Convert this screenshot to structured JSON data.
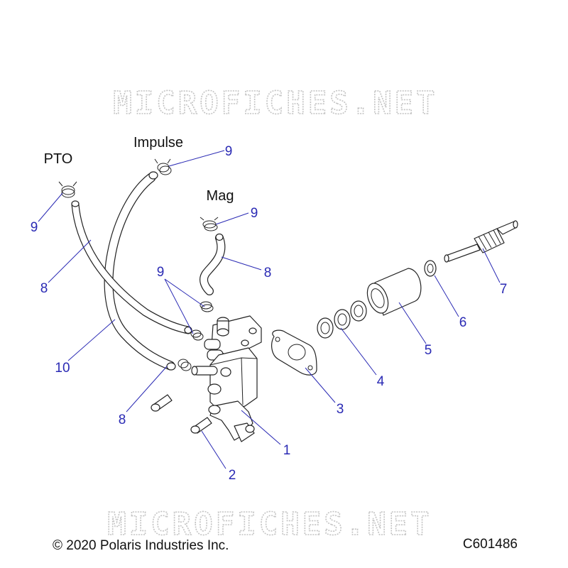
{
  "watermark": "MICROFICHES.NET",
  "labels": {
    "pto": "PTO",
    "impulse": "Impulse",
    "mag": "Mag"
  },
  "callouts": {
    "c1": "1",
    "c2": "2",
    "c3": "3",
    "c4": "4",
    "c5": "5",
    "c6": "6",
    "c7": "7",
    "c8a": "8",
    "c8b": "8",
    "c8c": "8",
    "c9a": "9",
    "c9b": "9",
    "c9c": "9",
    "c9d": "9",
    "c10": "10"
  },
  "footer": {
    "copyright": "© 2020 Polaris Industries Inc.",
    "code": "C601486"
  },
  "colors": {
    "callout": "#2a2ab4",
    "line": "#222222",
    "watermark": "#c4c4c4"
  }
}
